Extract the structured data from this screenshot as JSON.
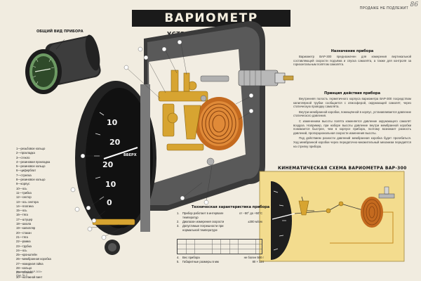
{
  "page_number": "86",
  "corner_stamp": "ПРОДАЖЕ НЕ ПОДЛЕЖИТ",
  "title": "ВАРИОМЕТР ВАР-300",
  "subtitle": "УСТРОЙСТВО ПРИБОРА",
  "general_view_label": "ОБЩИЙ ВИД ПРИБОРА",
  "dial_numbers": [
    "10",
    "20",
    "20",
    "10",
    "0"
  ],
  "dial_center": "ВВЕРХ",
  "legend": [
    "1—резьбовое кольцо",
    "2—прокладка",
    "3—стекло",
    "4—резиновая прокладка",
    "5—резиновое кольцо",
    "6—циферблат",
    "7—стрелка",
    "8—резиновое кольцо",
    "9—корпус",
    "10—ось",
    "11—трибка",
    "12—сектор",
    "13—ось сектора",
    "14—платина",
    "15—ось",
    "16—тяга",
    "17—штуцер",
    "18—шкала",
    "19—капилляр",
    "20—стакан",
    "21—тяга",
    "22—рамка",
    "23—трубка",
    "24—ось",
    "25—кронштейн",
    "26—мембранная коробка",
    "27—накидная гайка",
    "28—кольцо",
    "29—обойма",
    "30—натяжной винт"
  ],
  "purpose": {
    "title": "Назначение прибора",
    "body": "Вариометр ВАР-300 предназначен для измерения вертикальной составляющей скорости подъёма и спуска самолёта, а также для контроля за горизонтальным полётом самолёта."
  },
  "principle": {
    "title": "Принцип действия прибора",
    "paragraphs": [
      "Внутренняя полость герметичного корпуса вариометра ВАР-300 посредством капиллярной трубки сообщается с атмосферой, окружающей самолёт, через статическую проводку самолёта.",
      "Внутри мембранной коробки, помещённой в корпус, устанавливается давление статического давления.",
      "С изменением высоты полёта изменяется давление окружающего самолёт воздуха. Например, при наборе высоты давление внутри мембранной коробки понижается быстрее, чем в корпусе прибора, поэтому возникает разность давлений, пропорциональная скорости изменения высоты.",
      "Под действием разности давлений мембранная коробка будет прогибаться. Ход мембранной коробки через передаточно-множительный механизм передаётся на стрелку прибора."
    ]
  },
  "specs": {
    "title": "Техническая характеристика прибора",
    "items": [
      {
        "n": "1.",
        "text": "Прибор работает в интервале температур",
        "value": "от −50° до +50°C"
      },
      {
        "n": "2.",
        "text": "Диапазон измерения скорости",
        "value": "±300 м/сек"
      },
      {
        "n": "3.",
        "text": "Допустимые погрешности при нормальной температуре",
        "value": ""
      }
    ],
    "extra": [
      {
        "n": "4.",
        "text": "Вес прибора",
        "value": "не более 500 г"
      },
      {
        "n": "5.",
        "text": "Габаритные размеры в мм",
        "value": "80 × 124"
      }
    ]
  },
  "kinematic_title": "КИНЕМАТИЧЕСКАЯ СХЕМА ВАРИОМЕТРА ВАР-300",
  "footer": [
    "Издатель «ВАР-300»",
    "Изд. № 2"
  ]
}
